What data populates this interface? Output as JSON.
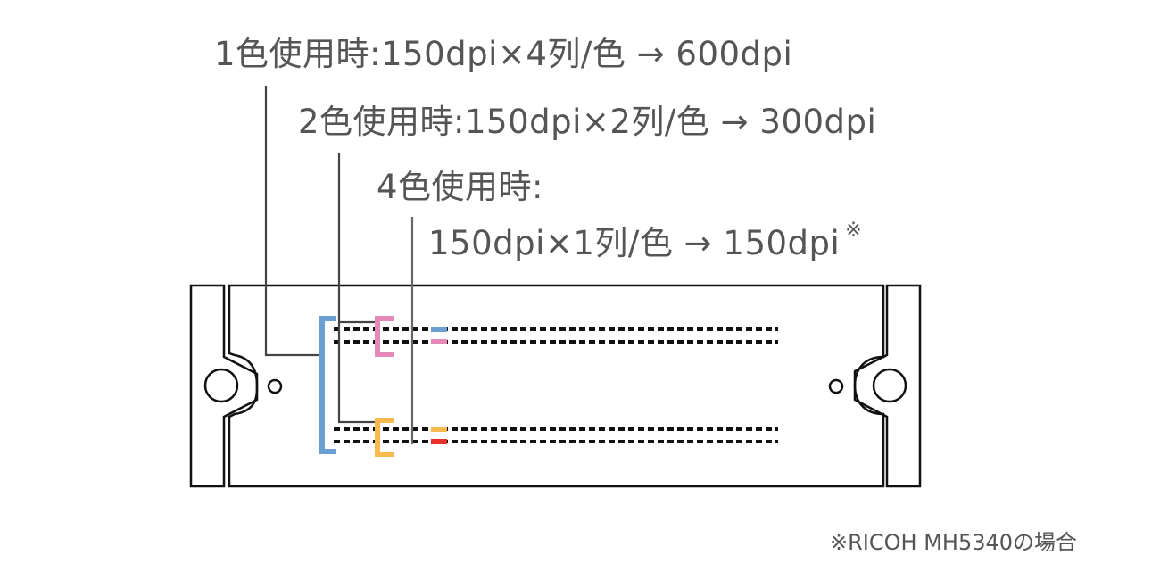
{
  "labels": {
    "one_color": "1色使用時:150dpi×4列/色 → 600dpi",
    "two_color": "2色使用時:150dpi×2列/色 → 300dpi",
    "four_color_title": "4色使用時:",
    "four_color_value": "150dpi×1列/色 → 150dpi",
    "four_color_note_mark": "※"
  },
  "footnote": "※RICOH MH5340の場合",
  "diagram": {
    "subject": "print-head",
    "nozzle_rows": 4,
    "colors": {
      "one_color_bracket": "#6a9fd4",
      "two_color_bracket_top": "#e688b8",
      "two_color_bracket_bottom": "#f8b94f",
      "row1": "#6a9fd4",
      "row2": "#e688b8",
      "row3": "#f8b94f",
      "row4": "#e8302a",
      "outline": "#111111",
      "leader": "#444444",
      "text": "#555555"
    }
  }
}
